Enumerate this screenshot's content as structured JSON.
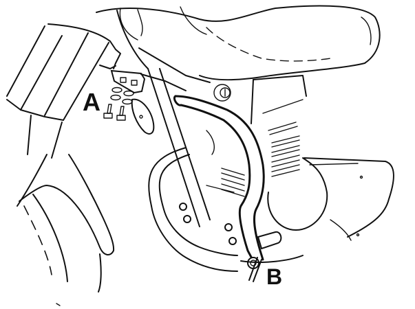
{
  "diagram": {
    "type": "technical line drawing",
    "subject": "motorcycle engine crash bar installation",
    "labels": [
      {
        "id": "A",
        "text": "A",
        "points_to": "upper frame mounting bracket with two bolts and washers"
      },
      {
        "id": "B",
        "text": "B",
        "points_to": "lower mounting point near engine footpeg bolt"
      }
    ],
    "parts": {
      "bolts_count": 2,
      "washers_count": 4
    },
    "colors": {
      "line": "#111111",
      "background": "#ffffff"
    }
  }
}
